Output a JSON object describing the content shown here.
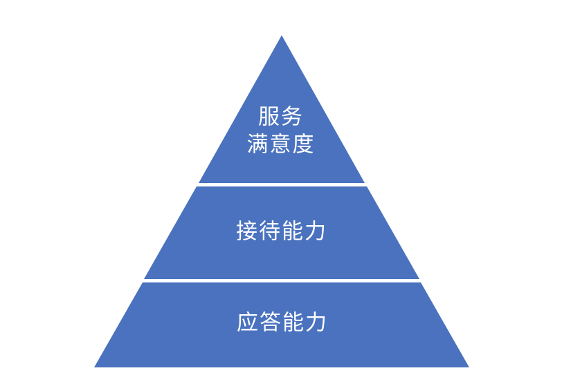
{
  "diagram": {
    "background_color": "#ffffff",
    "pyramid_color": "#4A72BE",
    "label_color": "#ffffff",
    "levels": [
      {
        "lines": [
          "服务",
          "满意度"
        ]
      },
      {
        "lines": [
          "接待能力"
        ]
      },
      {
        "lines": [
          "应答能力"
        ]
      }
    ]
  }
}
